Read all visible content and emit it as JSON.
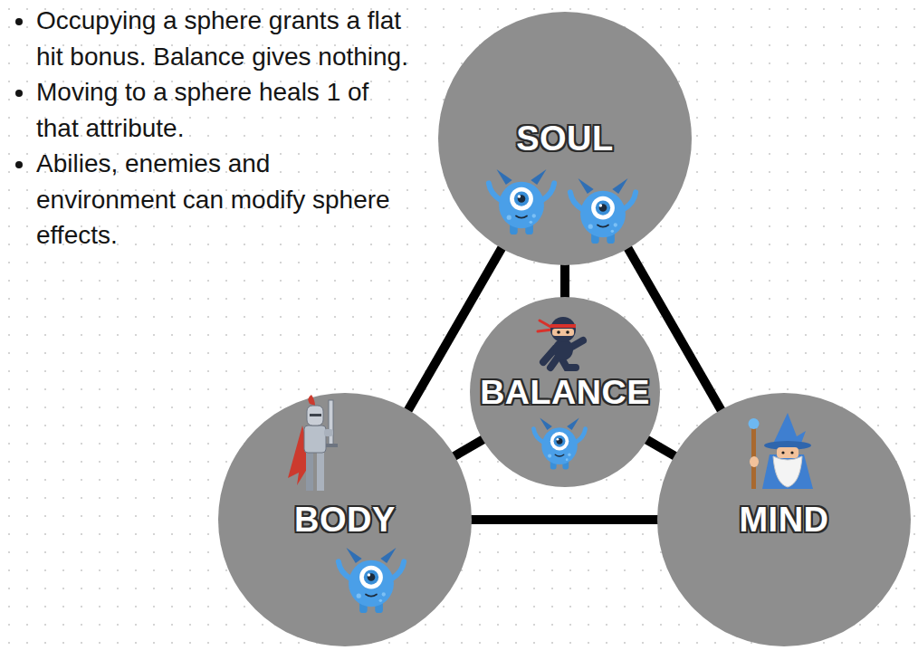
{
  "diagram": {
    "nodes": [
      {
        "text": [
          "SOUL"
        ]
      },
      {
        "text": [
          "BALANCE"
        ]
      },
      {
        "text": [
          "BODY"
        ]
      },
      {
        "text": [
          "MIND"
        ]
      }
    ],
    "edges": [
      {
        "from": 0,
        "to": 2,
        "arrow": "none"
      },
      {
        "from": 0,
        "to": 3,
        "arrow": "none"
      },
      {
        "from": 2,
        "to": 3,
        "arrow": "none"
      },
      {
        "from": 0,
        "to": 1,
        "arrow": "none"
      },
      {
        "from": 1,
        "to": 2,
        "arrow": "none"
      },
      {
        "from": 1,
        "to": 3,
        "arrow": "none"
      }
    ],
    "labels": [
      "Occupying a sphere grants a flat hit bonus. Balance gives nothing.",
      "Moving to a sphere heals 1 of that attribute.",
      "Abilies, enemies and environment can modify sphere effects."
    ]
  }
}
